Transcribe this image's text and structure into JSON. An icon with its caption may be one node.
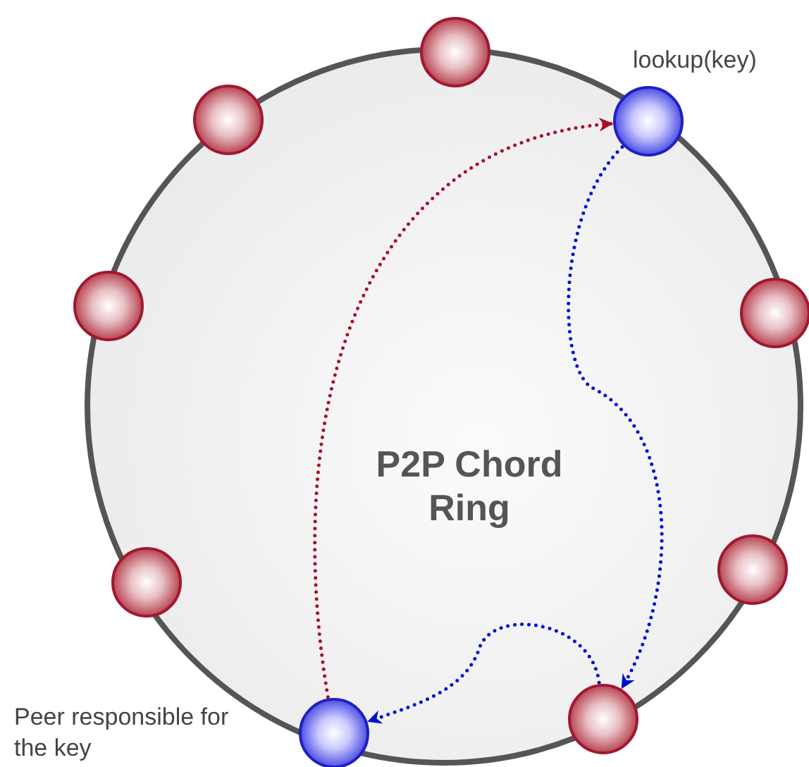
{
  "diagram": {
    "nodes": [
      {
        "text": [
          "P2P Chord Ring"
        ]
      },
      {
        "text": [],
        "shape": "circle",
        "in": 0
      },
      {
        "text": [],
        "shape": "circle",
        "in": 0
      },
      {
        "text": [],
        "shape": "circle",
        "in": 0,
        "beside": [
          "lookup(key)"
        ]
      },
      {
        "text": [],
        "shape": "circle",
        "in": 0
      },
      {
        "text": [],
        "shape": "circle",
        "in": 0
      },
      {
        "text": [],
        "shape": "circle",
        "in": 0
      },
      {
        "text": [],
        "shape": "circle",
        "in": 0
      },
      {
        "text": [],
        "shape": "circle",
        "in": 0
      },
      {
        "text": [],
        "shape": "circle",
        "in": 0
      }
    ],
    "edges": [
      {
        "from": 9,
        "to": 3,
        "arrow": "to",
        "style": "dashed",
        "color": "#a8102a"
      },
      {
        "from": 3,
        "to": 8,
        "arrow": "to",
        "style": "dashed",
        "color": "#0010d0"
      },
      {
        "from": 8,
        "to": 9,
        "arrow": "to",
        "style": "dashed",
        "color": "#0010d0"
      }
    ],
    "labels": [
      "Peer responsible for the key"
    ]
  }
}
